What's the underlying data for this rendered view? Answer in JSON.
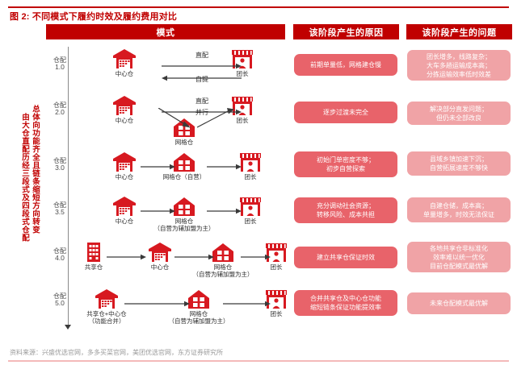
{
  "figure": {
    "title": "图 2: 不同模式下履约时效及履约费用对比",
    "source": "资料来源：兴盛优选官网，多多买菜官网，美团优选官网，东方证券研究所"
  },
  "colors": {
    "brand_red": "#c00000",
    "chip_reason": "#e8636a",
    "chip_issue": "#f0a3a6",
    "icon_red": "#d71920",
    "arrow_gray": "#3a3a3a"
  },
  "headers": {
    "mode": "模式",
    "reason": "该阶段产生的原因",
    "issue": "该阶段产生的问题"
  },
  "axis": {
    "label_primary": "总体向功能齐全且链条缩短方向转变",
    "label_secondary": "由大仓直配历经三段式及四段式仓配"
  },
  "stages": [
    {
      "cn": "仓配",
      "num": "1.0"
    },
    {
      "cn": "仓配",
      "num": "2.0"
    },
    {
      "cn": "仓配",
      "num": "3.0"
    },
    {
      "cn": "仓配",
      "num": "3.5"
    },
    {
      "cn": "仓配",
      "num": "4.0"
    },
    {
      "cn": "仓配",
      "num": "5.0"
    }
  ],
  "nodes": {
    "center_warehouse": "中心仓",
    "grid_warehouse": "网格仓",
    "grid_warehouse_self": "网格仓（自营）",
    "grid_warehouse_name": "网格仓",
    "grid_warehouse_sub": "（自营为辅加盟为主）",
    "leader": "团长",
    "shared_warehouse": "共享仓",
    "shared_plus_center": "共享仓+中心仓",
    "shared_plus_center_sub": "（功能合并）"
  },
  "arrow_labels": {
    "direct": "直配",
    "self_pickup": "自提",
    "parallel": "并行"
  },
  "reasons": [
    "前期单量低，网格建仓慢",
    "逐步过渡未完全",
    "初始门单密度不够；\n初步自营探索",
    "充分调动社会资源；\n转移风险、成本共担",
    "建立共享仓保证时效",
    "合并共享仓及中心仓功能\n缩短链条保证功能提效率"
  ],
  "issues": [
    "团长增多，线路复杂；\n大车多趟运输成本高；\n分拣运输效率低时效差",
    "解决部分直发问题；\n但仍未全部改良",
    "县域乡镇加速下沉；\n自营拓展速度不够快",
    "自建仓储，成本高；\n单量增多，时效无法保证",
    "各地共享仓非标准化\n效率难以统一优化\n目前仓配模式最优解",
    "未来仓配模式最优解"
  ],
  "icons": {
    "warehouse": "warehouse-icon",
    "house": "grid-house-icon",
    "storefront": "storefront-leader-icon",
    "building": "shared-building-icon"
  }
}
